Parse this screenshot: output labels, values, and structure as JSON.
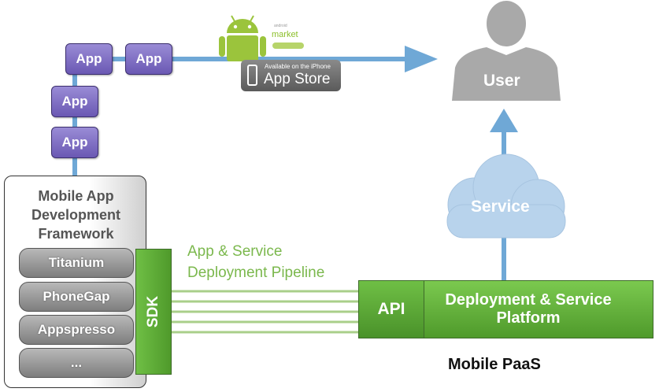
{
  "apps": {
    "label": "App",
    "items": [
      "App",
      "App",
      "App",
      "App"
    ]
  },
  "framework": {
    "title_lines": [
      "Mobile App",
      "Development",
      "Framework"
    ],
    "items": [
      "Titanium",
      "PhoneGap",
      "Appspresso",
      "..."
    ]
  },
  "sdk": {
    "label": "SDK"
  },
  "pipeline": {
    "label_lines": [
      "App & Service",
      "Deployment Pipeline"
    ]
  },
  "platform": {
    "api_label": "API",
    "label_lines": [
      "Deployment & Service",
      "Platform"
    ],
    "paas_label": "Mobile PaaS"
  },
  "service": {
    "label": "Service"
  },
  "user": {
    "label": "User"
  },
  "stores": {
    "market_small": "android",
    "market": "market",
    "appstore_small": "Available on the iPhone",
    "appstore": "App Store"
  },
  "colors": {
    "arrow_blue": "#6fa8d6",
    "app_purple": "#7b68c4",
    "green": "#5eae37",
    "pipeline_green": "#7bb84d",
    "cloud_blue": "#b8d3ec",
    "user_gray": "#a9a9a9"
  }
}
